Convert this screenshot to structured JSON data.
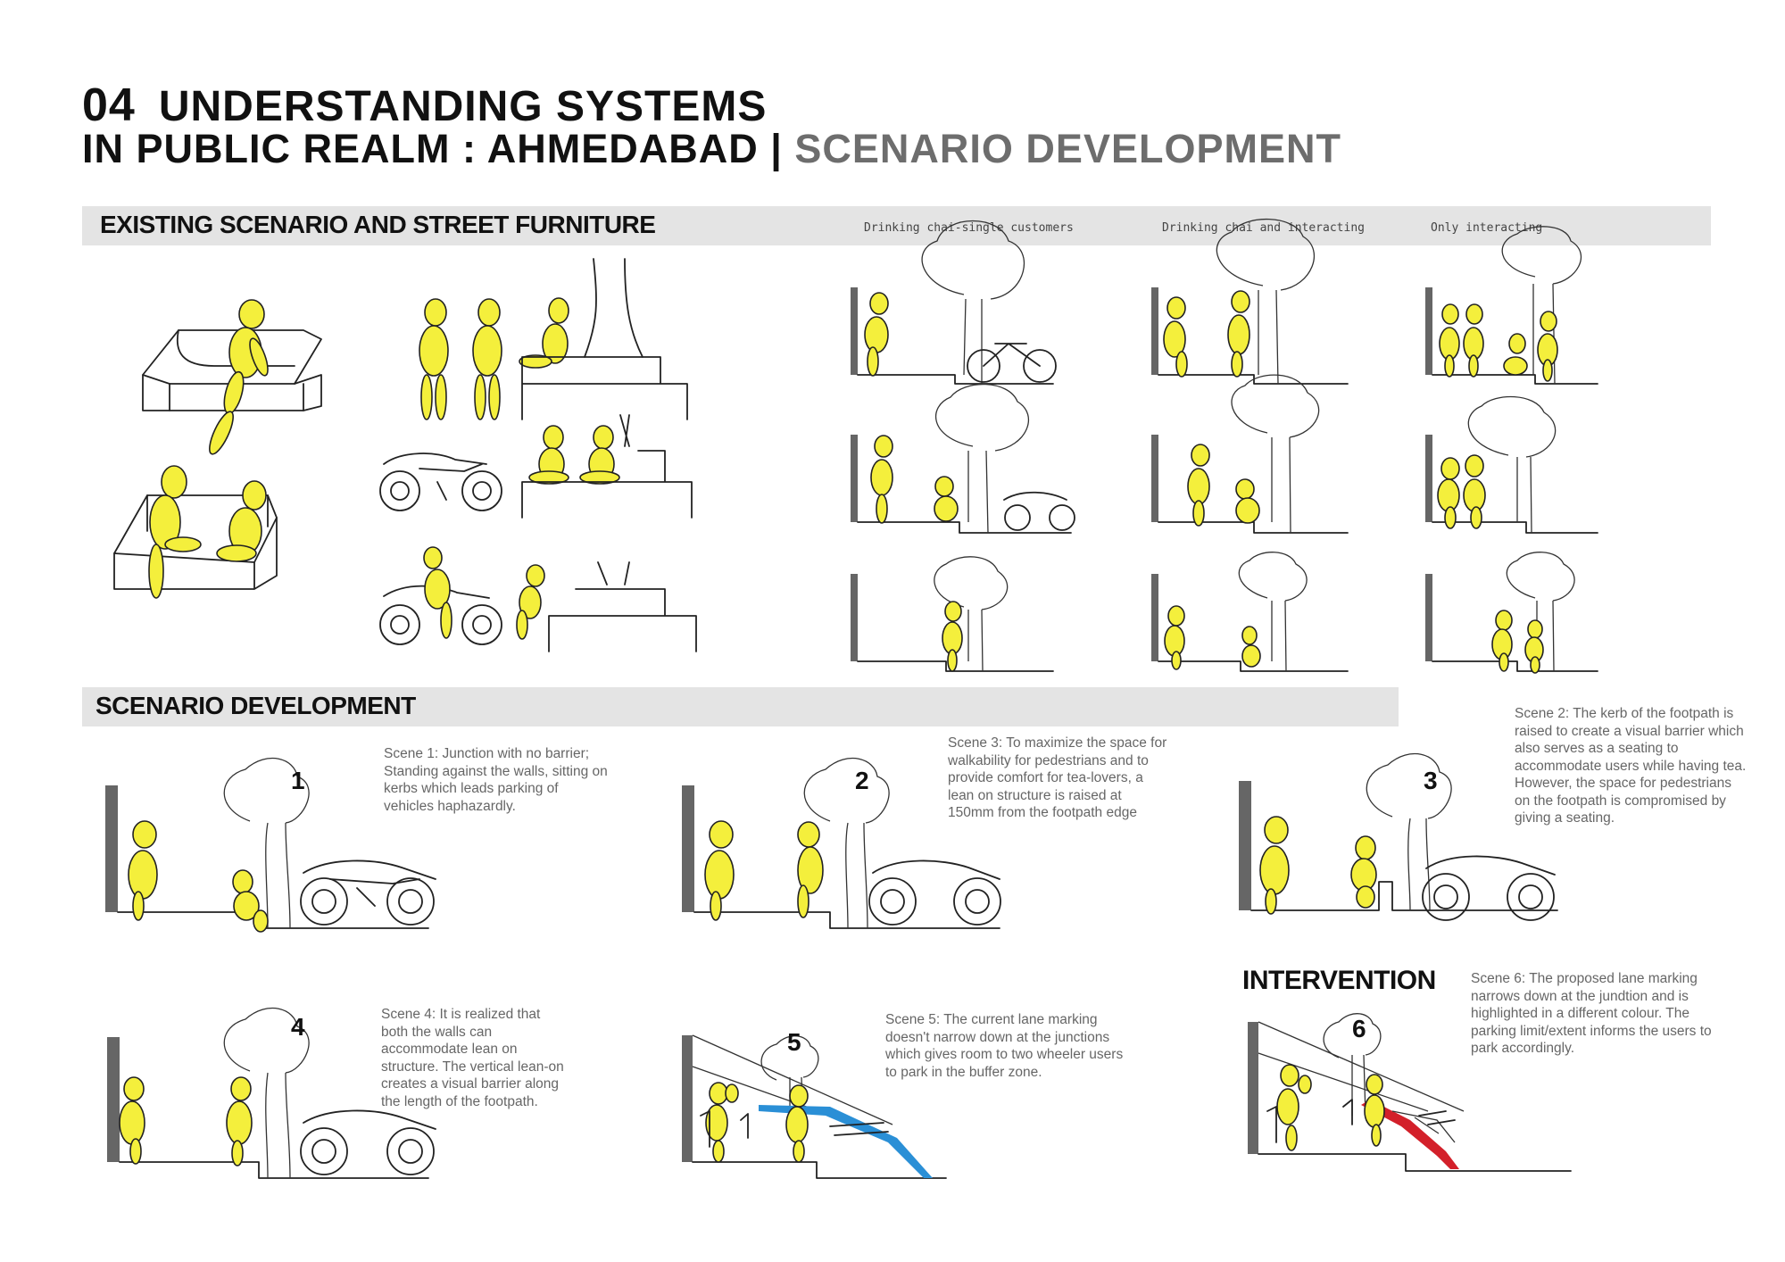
{
  "header": {
    "number": "04",
    "line1": "UNDERSTANDING SYSTEMS",
    "line2_main": "IN PUBLIC REALM : AHMEDABAD |",
    "line2_sub": "SCENARIO DEVELOPMENT"
  },
  "existing": {
    "band_label": "EXISTING SCENARIO AND STREET FURNITURE",
    "column_heads": [
      "Drinking chai-single customers",
      "Drinking chai and interacting",
      "Only interacting"
    ]
  },
  "development": {
    "band_label": "SCENARIO DEVELOPMENT",
    "intervention_label": "INTERVENTION",
    "scenes": [
      {
        "number": "1",
        "caption": "Scene 1: Junction with no barrier; Standing against the walls, sitting on kerbs which leads parking of vehicles haphazardly."
      },
      {
        "number": "2",
        "caption": "Scene 3: To maximize the space for walkability for pedestrians and to provide comfort for tea-lovers, a lean on structure is raised at 150mm from the footpath edge"
      },
      {
        "number": "3",
        "caption": "Scene 2: The kerb of the footpath is raised to create a visual barrier which also serves as a seating to accommodate users  while having tea. However, the space for pedestrians on the footpath is compromised by giving a seating."
      },
      {
        "number": "4",
        "caption": "Scene 4: It is realized that both the walls can accommodate lean on structure. The vertical lean-on creates a visual barrier along the length of the footpath."
      },
      {
        "number": "5",
        "caption": "Scene 5: The current lane marking doesn't narrow down at the junctions which gives room to two wheeler users to park in the buffer zone."
      },
      {
        "number": "6",
        "caption": "Scene 6: The proposed lane marking narrows down at the jundtion and is highlighted in a different colour. The parking limit/extent informs the users to park accordingly."
      }
    ]
  },
  "colors": {
    "figure_fill": "#f4ef3c",
    "band": "#e4e4e4",
    "subtitle": "#6d6d6d",
    "lane_blue": "#2a8fd6",
    "lane_red": "#d3202a"
  }
}
